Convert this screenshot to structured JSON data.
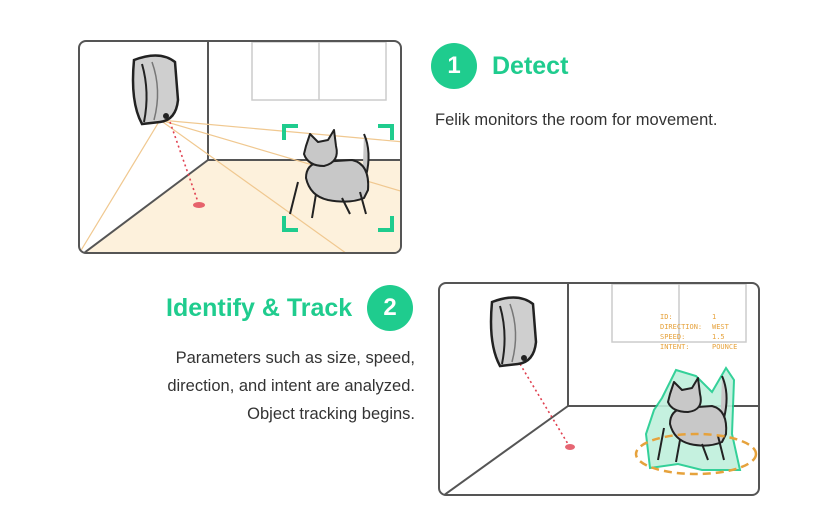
{
  "steps": [
    {
      "number": "1",
      "title": "Detect",
      "description": "Felik monitors the room for movement."
    },
    {
      "number": "2",
      "title": "Identify & Track",
      "description": "Parameters such as size, speed, direction, and intent are analyzed. Object tracking begins."
    }
  ],
  "tracking_readout": {
    "rows": [
      {
        "key": "ID:",
        "value": "1"
      },
      {
        "key": "DIRECTION:",
        "value": "WEST"
      },
      {
        "key": "SPEED:",
        "value": "1.5"
      },
      {
        "key": "INTENT:",
        "value": "POUNCE"
      }
    ]
  },
  "colors": {
    "accent": "#1fcc8e",
    "laser": "#e04050",
    "floor": "#fdf1dc",
    "readout": "#e6a23c"
  }
}
